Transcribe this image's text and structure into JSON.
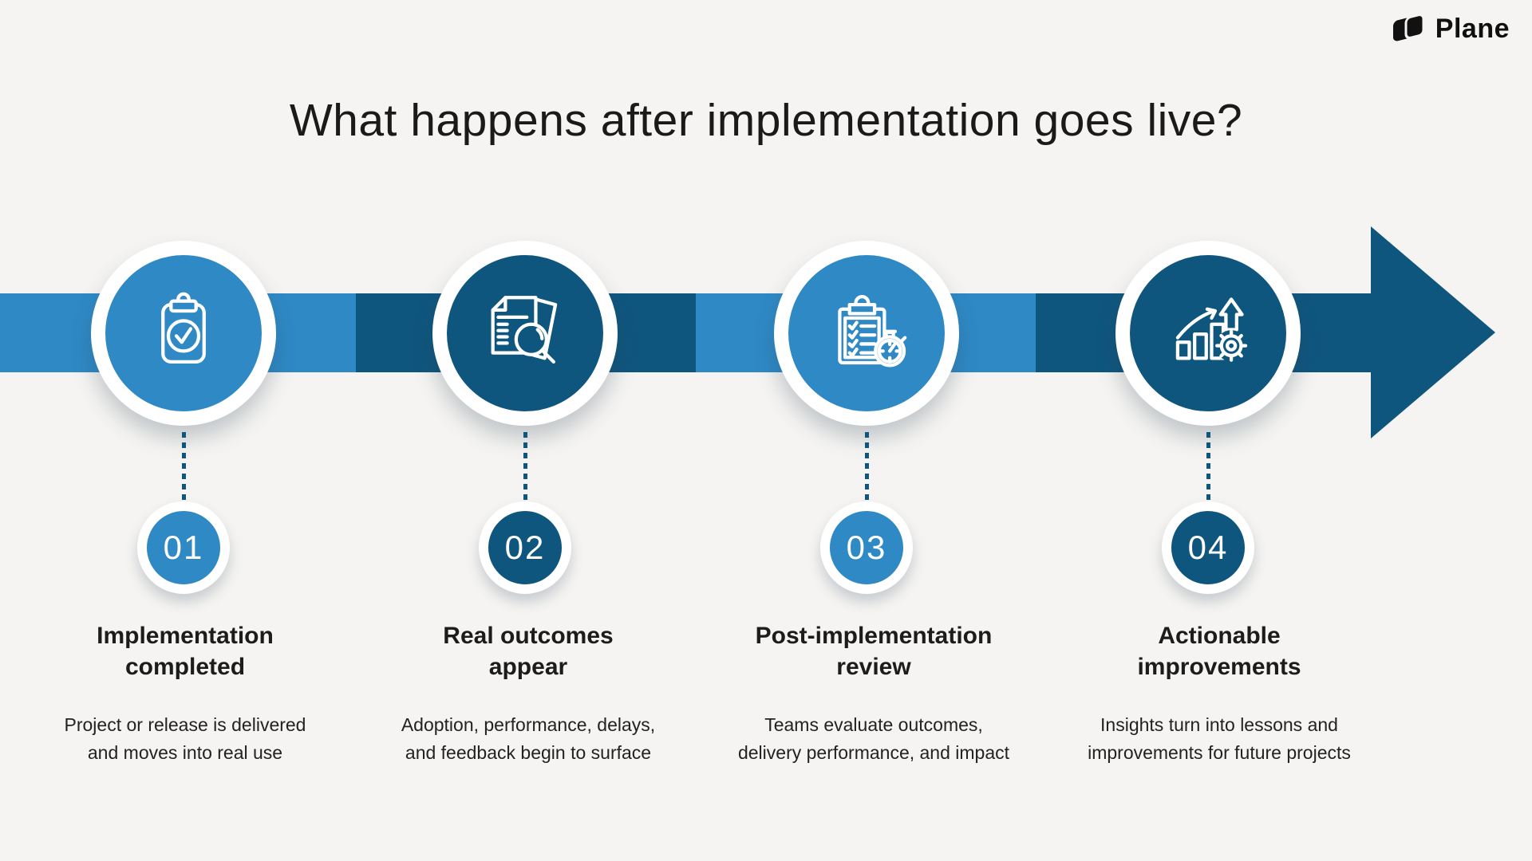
{
  "brand": {
    "name": "Plane",
    "logo_icon": "plane-logo-icon"
  },
  "title": "What happens after implementation goes live?",
  "colors": {
    "background": "#F5F4F2",
    "light_blue": "#2F89C5",
    "dark_blue": "#0F567E",
    "white": "#FFFFFF",
    "text_dark": "#1A1A1A"
  },
  "timeline": {
    "direction": "left-to-right",
    "arrow_color": "#0F567E",
    "segment_pattern": [
      "light_blue",
      "dark_blue",
      "light_blue",
      "dark_blue"
    ]
  },
  "steps": [
    {
      "number": "01",
      "tone": "light",
      "icon": "clipboard-check-icon",
      "heading_lines": [
        "Implementation",
        "completed"
      ],
      "description_lines": [
        "Project or release is delivered",
        "and moves into real use"
      ]
    },
    {
      "number": "02",
      "tone": "dark",
      "icon": "document-search-icon",
      "heading_lines": [
        "Real outcomes",
        "appear"
      ],
      "description_lines": [
        "Adoption, performance, delays,",
        "and feedback begin to surface"
      ]
    },
    {
      "number": "03",
      "tone": "light",
      "icon": "checklist-stopwatch-icon",
      "heading_lines": [
        "Post-implementation",
        "review"
      ],
      "description_lines": [
        "Teams evaluate outcomes,",
        "delivery performance, and impact"
      ]
    },
    {
      "number": "04",
      "tone": "dark",
      "icon": "growth-gear-icon",
      "heading_lines": [
        "Actionable",
        "improvements"
      ],
      "description_lines": [
        "Insights turn into lessons and",
        "improvements for future projects"
      ]
    }
  ]
}
